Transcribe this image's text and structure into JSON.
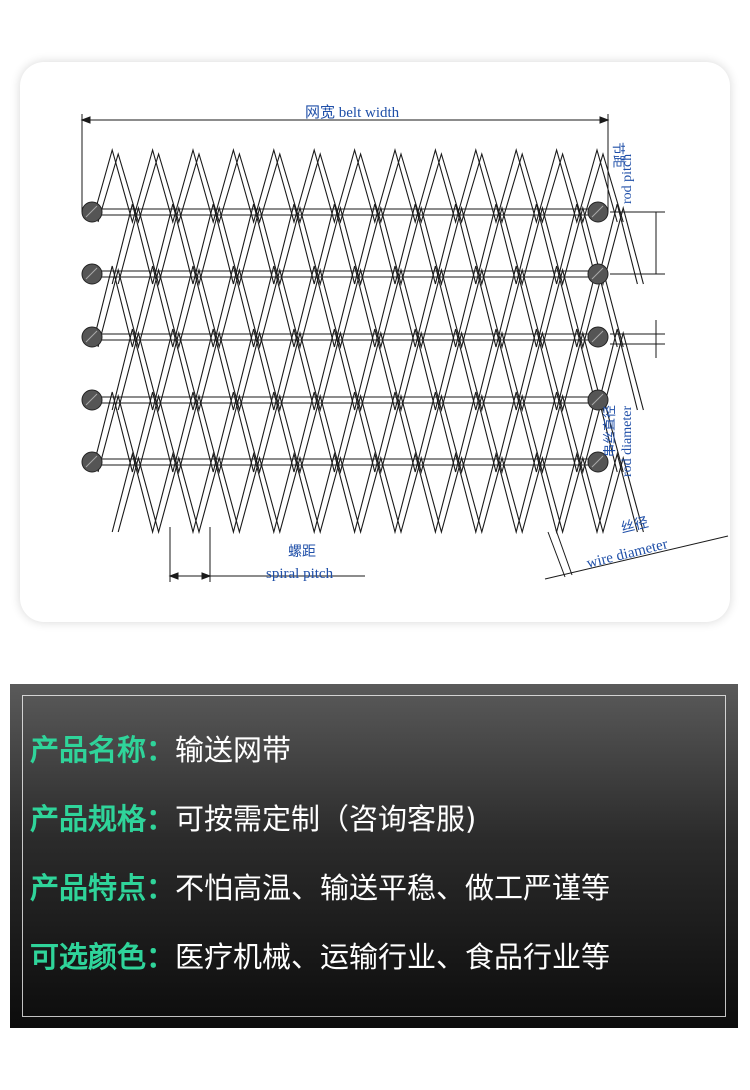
{
  "diagram": {
    "labels": {
      "belt_width": "网宽  belt  width",
      "rod_pitch_cn": "节距",
      "rod_pitch_en": "rod pitch",
      "rod_diameter_cn": "串丝直径",
      "rod_diameter_en": "rod diameter",
      "spiral_pitch_cn": "螺距",
      "spiral_pitch_en": "spiral  pitch",
      "wire_diameter_cn": "丝径",
      "wire_diameter_en": "wire diameter"
    },
    "colors": {
      "line": "#1a1a1a",
      "label": "#1f4fa8",
      "rod_end": "#555555"
    }
  },
  "specs": {
    "rows": [
      {
        "label": "产品名称：",
        "value": "输送网带"
      },
      {
        "label": "产品规格：",
        "value": "可按需定制（咨询客服)"
      },
      {
        "label": "产品特点：",
        "value": "不怕高温、输送平稳、做工严谨等"
      },
      {
        "label": "可选颜色：",
        "value": "医疗机械、运输行业、食品行业等"
      }
    ],
    "colors": {
      "label": "#2fd49a",
      "value": "#ffffff"
    }
  }
}
